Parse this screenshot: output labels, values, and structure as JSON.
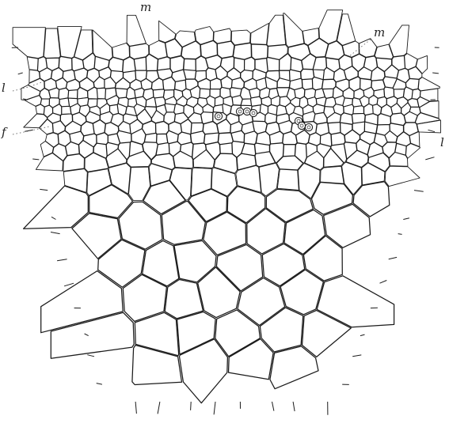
{
  "figure": {
    "labels": {
      "m_top": "m",
      "m_right": "m",
      "l_left": "l",
      "f_left": "f",
      "l_right": "l"
    },
    "colors": {
      "ink": "#1b1b1b",
      "paper": "#ffffff"
    }
  }
}
